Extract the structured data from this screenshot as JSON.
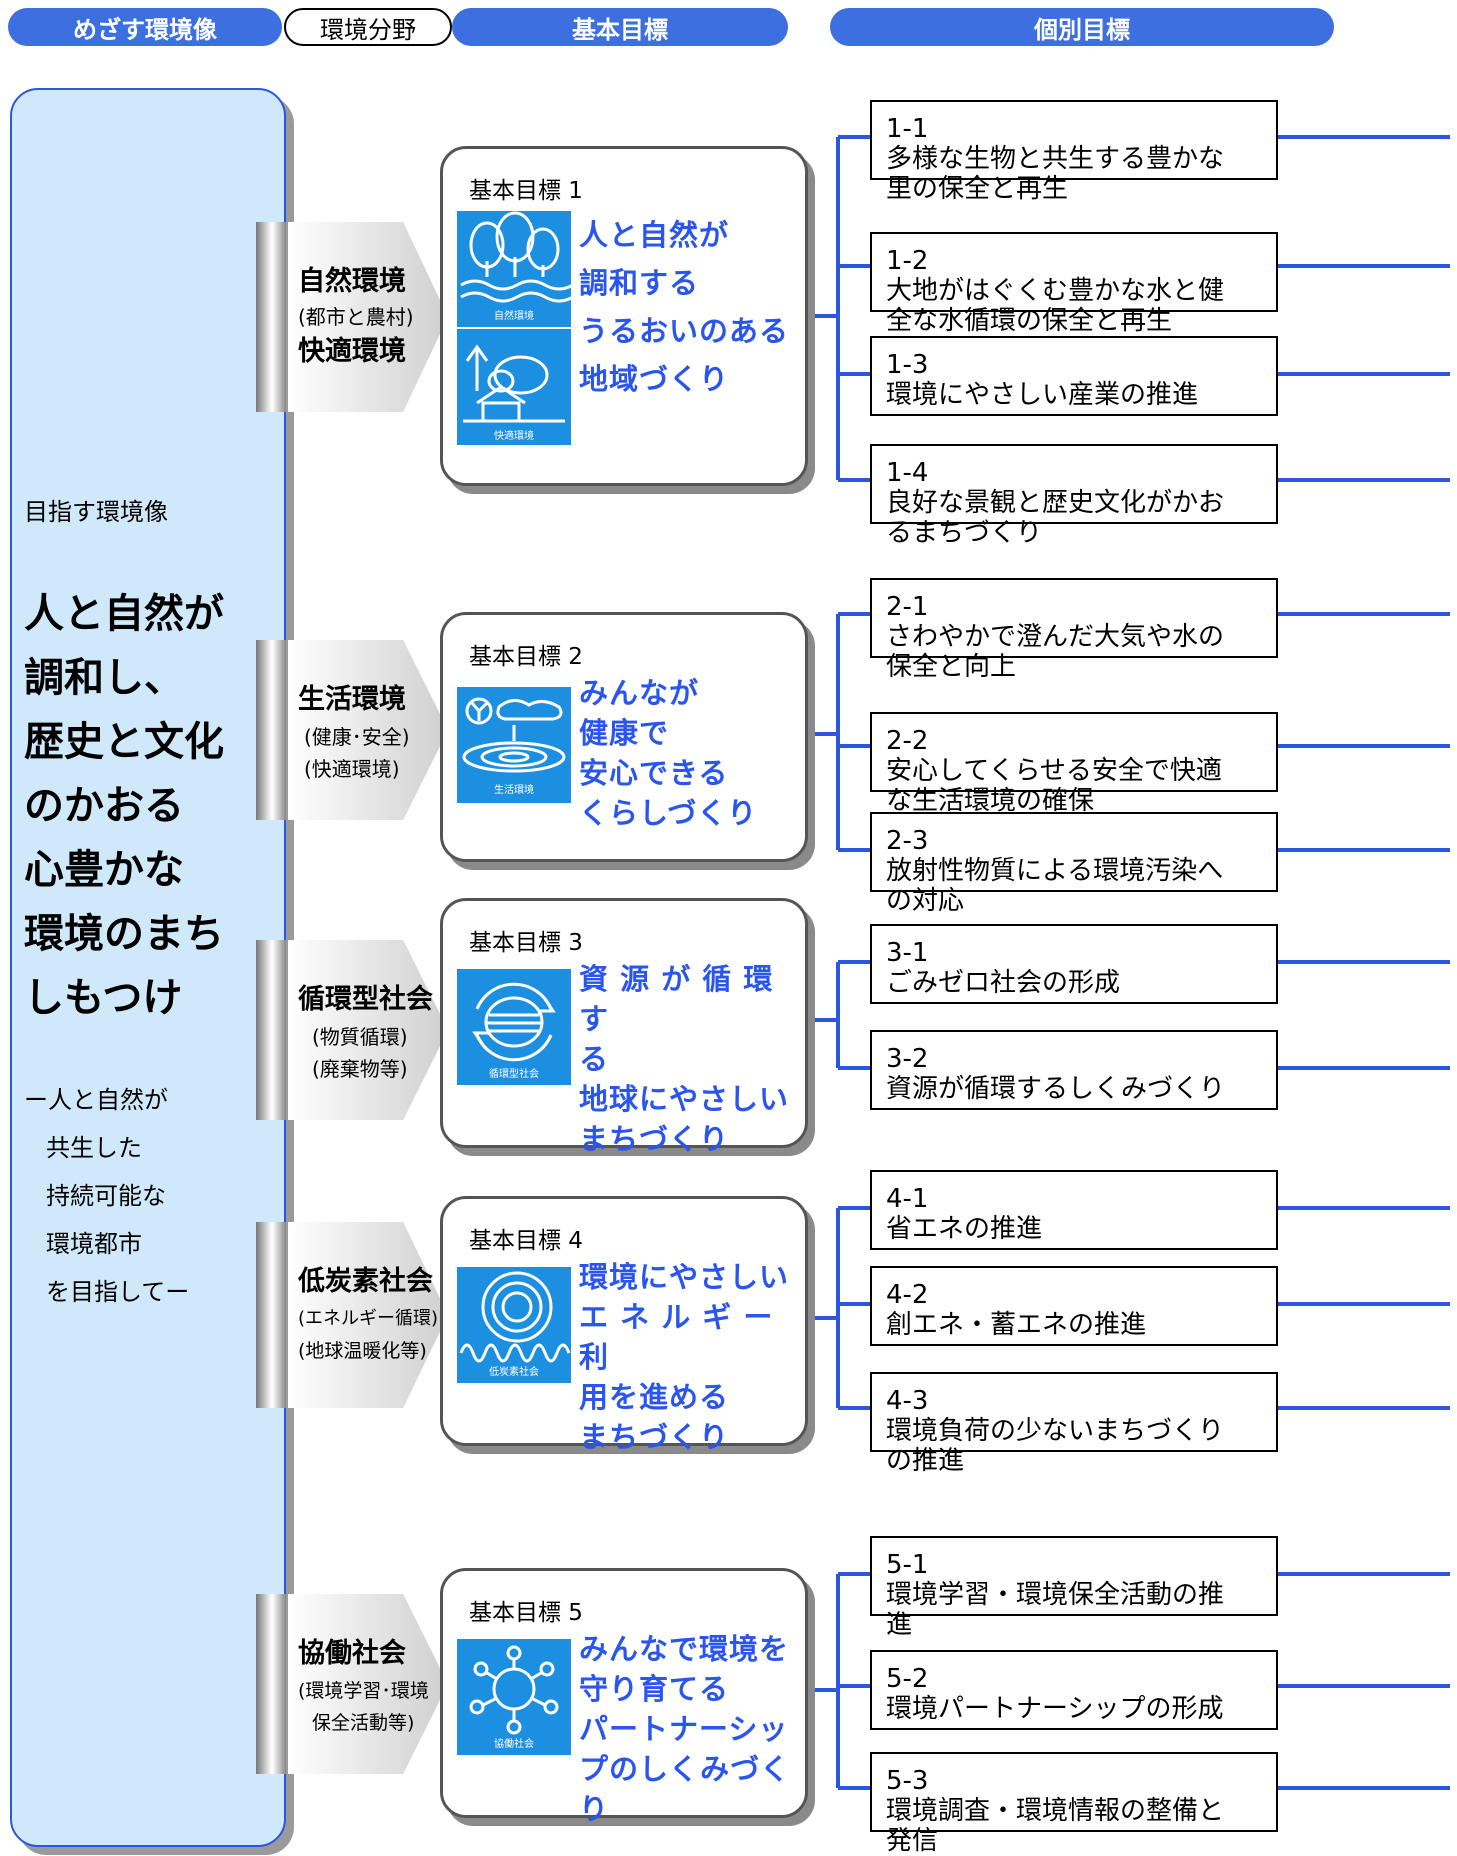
{
  "header": {
    "vision": "めざす環境像",
    "field": "環境分野",
    "basic": "基本目標",
    "individual": "個別目標"
  },
  "vision": {
    "label": "目指す環境像",
    "big_lines": [
      "人と自然が",
      "調和し、",
      "歴史と文化",
      "のかおる",
      "心豊かな",
      "環境のまち",
      "しもつけ"
    ],
    "sub_lines": [
      "ー人と自然が",
      "共生した",
      "持続可能な",
      "環境都市",
      "を目指してー"
    ]
  },
  "fields": [
    {
      "lines": [
        {
          "t": "自然環境",
          "b": true
        },
        {
          "t": "(都市と農村)",
          "b": false
        },
        {
          "t": "快適環境",
          "b": true
        }
      ]
    },
    {
      "lines": [
        {
          "t": "生活環境",
          "b": true
        },
        {
          "t": "(健康･安全)",
          "b": false
        },
        {
          "t": "(快適環境)",
          "b": false
        }
      ]
    },
    {
      "lines": [
        {
          "t": "循環型社会",
          "b": true
        },
        {
          "t": "(物質循環)",
          "b": false
        },
        {
          "t": "(廃棄物等)",
          "b": false
        }
      ]
    },
    {
      "lines": [
        {
          "t": "低炭素社会",
          "b": true
        },
        {
          "t": "(エネルギー循環)",
          "b": false
        },
        {
          "t": "(地球温暖化等)",
          "b": false
        }
      ]
    },
    {
      "lines": [
        {
          "t": "協働社会",
          "b": true
        },
        {
          "t": "(環境学習･環境",
          "b": false
        },
        {
          "t": "保全活動等)",
          "b": false
        }
      ]
    }
  ],
  "basic_goals": [
    {
      "title": "基本目標 1",
      "icons": [
        "自然環境",
        "快適環境"
      ],
      "desc": [
        "人と自然が",
        "調和する",
        "うるおいのある",
        "地域づくり"
      ]
    },
    {
      "title": "基本目標 2",
      "icons": [
        "生活環境"
      ],
      "desc": [
        "みんなが",
        "健康で",
        "安心できる",
        "くらしづくり"
      ]
    },
    {
      "title": "基本目標 3",
      "icons": [
        "循環型社会"
      ],
      "desc": [
        "資 源 が 循 環 す",
        "る",
        "地球にやさしい",
        "まちづくり"
      ]
    },
    {
      "title": "基本目標 4",
      "icons": [
        "低炭素社会"
      ],
      "desc": [
        "環境にやさしい",
        "エ ネ ル ギ ー 利",
        "用を進める",
        "まちづくり"
      ]
    },
    {
      "title": "基本目標 5",
      "icons": [
        "協働社会"
      ],
      "desc": [
        "みんなで環境を",
        "守り育てる",
        "パートナーシッ",
        "プのしくみづくり"
      ]
    }
  ],
  "goals": [
    {
      "num": "1-1",
      "text": "多様な生物と共生する豊かな里の保全と再生"
    },
    {
      "num": "1-2",
      "text": "大地がはぐくむ豊かな水と健全な水循環の保全と再生"
    },
    {
      "num": "1-3",
      "text": "環境にやさしい産業の推進"
    },
    {
      "num": "1-4",
      "text": "良好な景観と歴史文化がかおるまちづくり"
    },
    {
      "num": "2-1",
      "text": "さわやかで澄んだ大気や水の保全と向上"
    },
    {
      "num": "2-2",
      "text": "安心してくらせる安全で快適な生活環境の確保"
    },
    {
      "num": "2-3",
      "text": "放射性物質による環境汚染への対応"
    },
    {
      "num": "3-1",
      "text": "ごみゼロ社会の形成"
    },
    {
      "num": "3-2",
      "text": "資源が循環するしくみづくり"
    },
    {
      "num": "4-1",
      "text": "省エネの推進"
    },
    {
      "num": "4-2",
      "text": "創エネ・蓄エネの推進"
    },
    {
      "num": "4-3",
      "text": "環境負荷の少ないまちづくりの推進"
    },
    {
      "num": "5-1",
      "text": "環境学習・環境保全活動の推進"
    },
    {
      "num": "5-2",
      "text": "環境パートナーシップの形成"
    },
    {
      "num": "5-3",
      "text": "環境調査・環境情報の整備と発信"
    }
  ],
  "colors": {
    "accent": "#3d6fe0",
    "connector": "#2c55e0",
    "vision_bg": "#cfe9fb",
    "icon_bg": "#1c8fe0",
    "desc_text": "#2a55ee"
  }
}
